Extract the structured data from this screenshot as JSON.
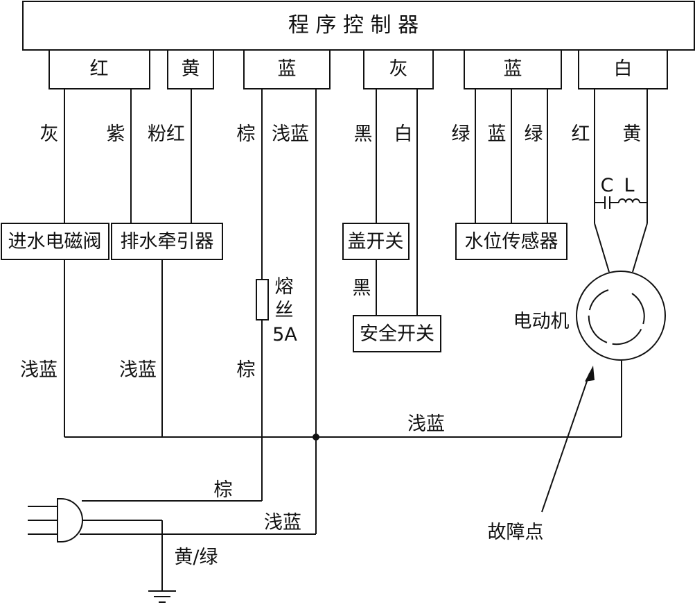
{
  "controller": {
    "title": "程 序 控 制 器"
  },
  "terminals": [
    "红",
    "黄",
    "蓝",
    "灰",
    "蓝",
    "白"
  ],
  "wires": {
    "w1": "灰",
    "w2": "紫",
    "w3": "粉红",
    "w4": "棕",
    "w5": "浅蓝",
    "w6": "黑",
    "w7": "白",
    "w8": "绿",
    "w9": "蓝",
    "w10": "绿",
    "w11": "红",
    "w12": "黄"
  },
  "components": {
    "inlet_valve": "进水电磁阀",
    "drain_puller": "排水牵引器",
    "lid_switch": "盖开关",
    "water_sensor": "水位传感器",
    "safety_switch": "安全开关",
    "motor": "电动机",
    "fuse_name_1": "熔",
    "fuse_name_2": "丝",
    "fuse_rating": "5A",
    "cap": "C",
    "inductor": "L"
  },
  "lower_labels": {
    "lb1": "浅蓝",
    "lb2": "浅蓝",
    "br": "棕",
    "black2": "黑",
    "bus": "浅蓝",
    "plug_brown": "棕",
    "plug_lightblue": "浅蓝",
    "ground": "黄/绿",
    "fault": "故障点"
  }
}
